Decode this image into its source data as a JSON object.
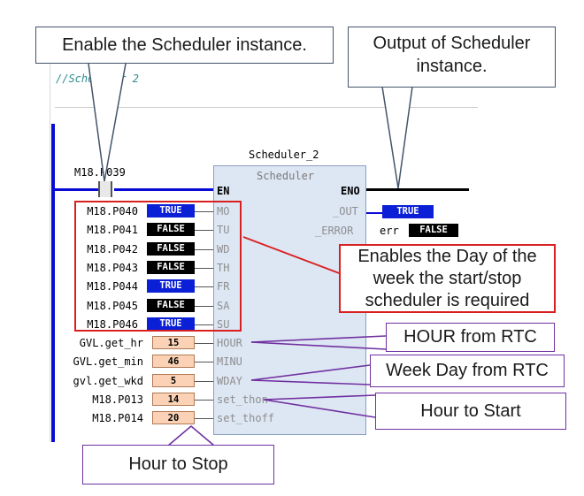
{
  "comment": "//Scheduler 2",
  "contact_label": "M18.P039",
  "instance_name": "Scheduler_2",
  "fb_type": "Scheduler",
  "pins": {
    "en": "EN",
    "eno": "ENO",
    "out": "_OUT",
    "error": "_ERROR"
  },
  "outputs": {
    "out_value": "TRUE",
    "error_var": "err",
    "error_value": "FALSE"
  },
  "inputs": [
    {
      "var": "M18.P040",
      "value": "TRUE",
      "kind": "true",
      "pin": "MO"
    },
    {
      "var": "M18.P041",
      "value": "FALSE",
      "kind": "false",
      "pin": "TU"
    },
    {
      "var": "M18.P042",
      "value": "FALSE",
      "kind": "false",
      "pin": "WD"
    },
    {
      "var": "M18.P043",
      "value": "FALSE",
      "kind": "false",
      "pin": "TH"
    },
    {
      "var": "M18.P044",
      "value": "TRUE",
      "kind": "true",
      "pin": "FR"
    },
    {
      "var": "M18.P045",
      "value": "FALSE",
      "kind": "false",
      "pin": "SA"
    },
    {
      "var": "M18.P046",
      "value": "TRUE",
      "kind": "true",
      "pin": "SU"
    },
    {
      "var": "GVL.get_hr",
      "value": "15",
      "kind": "num",
      "pin": "HOUR"
    },
    {
      "var": "GVL.get_min",
      "value": "46",
      "kind": "num",
      "pin": "MINU"
    },
    {
      "var": "gvl.get_wkd",
      "value": "5",
      "kind": "num",
      "pin": "WDAY"
    },
    {
      "var": "M18.P013",
      "value": "14",
      "kind": "num",
      "pin": "set_thon"
    },
    {
      "var": "M18.P014",
      "value": "20",
      "kind": "num",
      "pin": "set_thoff"
    }
  ],
  "callouts": {
    "enable": "Enable the Scheduler instance.",
    "output": "Output of Scheduler instance.",
    "days": "Enables the Day of the week the start/stop scheduler is required",
    "hour": "HOUR from RTC",
    "weekday": "Week Day from RTC",
    "start": "Hour to Start",
    "stop": "Hour to Stop"
  },
  "colors": {
    "rail": "#0a0ad6",
    "true_bg": "#0a1fd6",
    "false_bg": "#000000",
    "num_bg": "#fbd2b5",
    "fb_bg": "#dde6f3",
    "callout_border": "#44546a",
    "purple": "#7030a0",
    "red": "#d92020"
  }
}
